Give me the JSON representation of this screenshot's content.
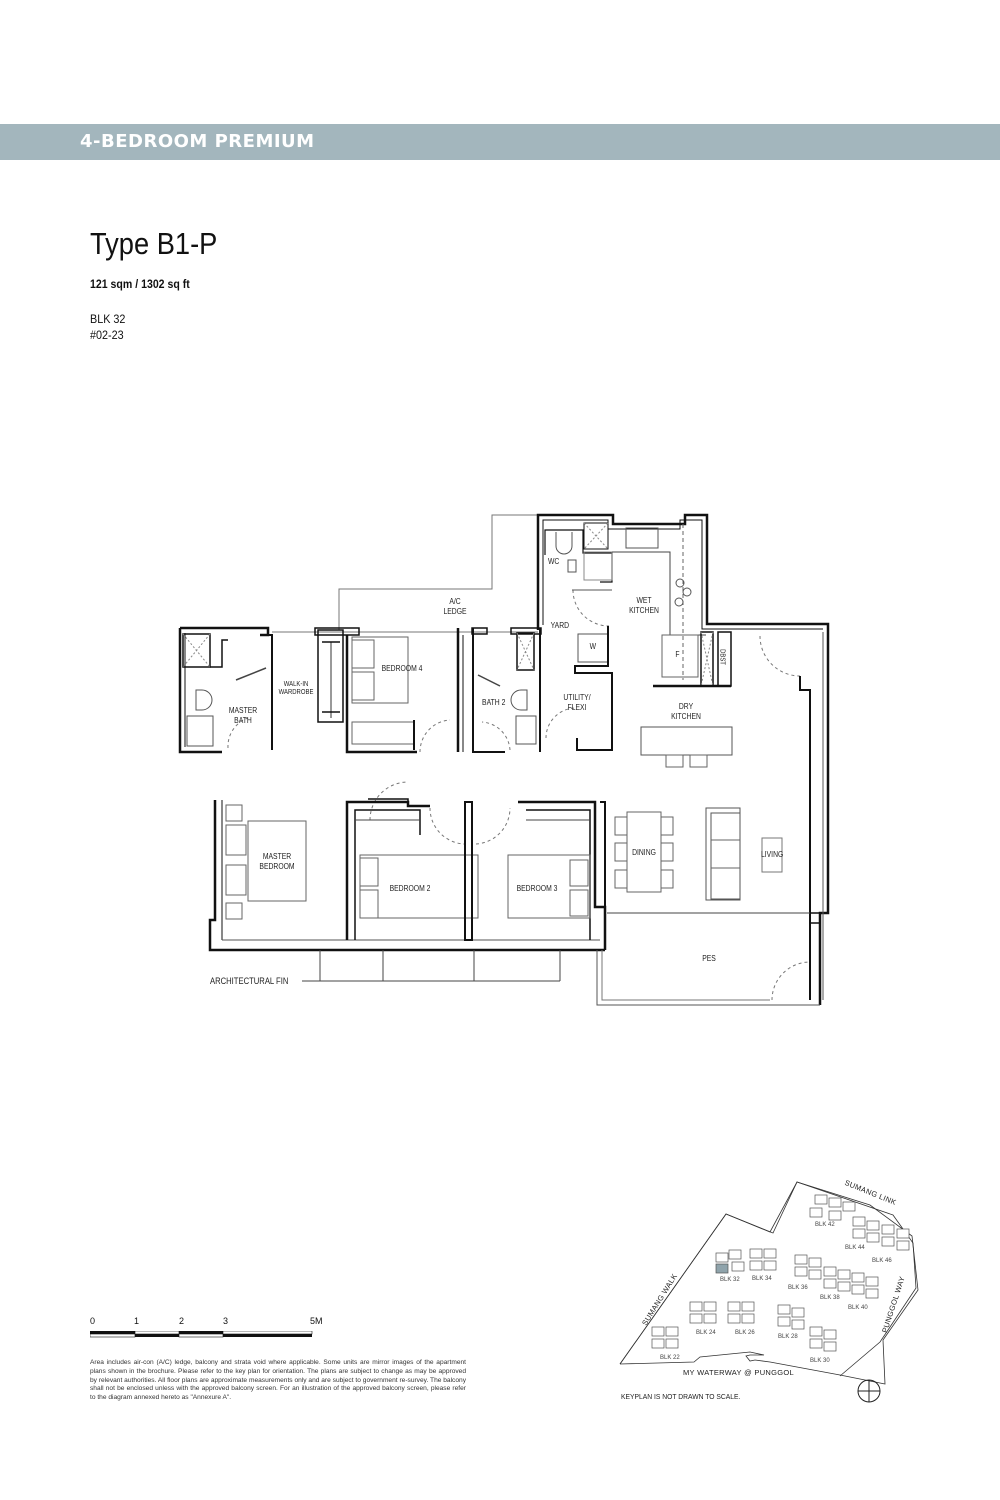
{
  "header": {
    "category": "4-BEDROOM PREMIUM",
    "banner_color": "#a3b6bd"
  },
  "unit": {
    "type": "Type B1-P",
    "area": "121 sqm / 1302 sq ft",
    "block": "BLK 32",
    "unit_no": "#02-23"
  },
  "floorplan": {
    "rooms": {
      "ac_ledge": "A/C\nLEDGE",
      "ac_ledge_1": "A/C",
      "ac_ledge_2": "LEDGE",
      "wc": "WC",
      "wet_kitchen_1": "WET",
      "wet_kitchen_2": "KITCHEN",
      "yard": "YARD",
      "washer": "W",
      "fridge": "F",
      "dbst": "DBST",
      "master_bath_1": "MASTER",
      "master_bath_2": "BATH",
      "walk_in_1": "WALK-IN",
      "walk_in_2": "WARDROBE",
      "bedroom_4": "BEDROOM 4",
      "bath_2": "BATH 2",
      "utility_1": "UTILITY/",
      "utility_2": "FLEXI",
      "dry_kitchen_1": "DRY",
      "dry_kitchen_2": "KITCHEN",
      "master_bedroom_1": "MASTER",
      "master_bedroom_2": "BEDROOM",
      "bedroom_2": "BEDROOM 2",
      "bedroom_3": "BEDROOM 3",
      "dining": "DINING",
      "living": "LIVING",
      "pes": "PES",
      "architectural_fin": "ARCHITECTURAL FIN"
    }
  },
  "scale_bar": {
    "ticks": [
      "0",
      "1",
      "2",
      "3",
      "5M"
    ]
  },
  "disclaimer": "Area includes air-con (A/C) ledge, balcony and strata void where applicable. Some units are mirror images of the apartment plans shown in the brochure. Please refer to the key plan for orientation. The plans are subject to change as may be approved by relevant authorities. All floor plans are approximate measurements only and are subject to government re-survey. The balcony shall not be enclosed unless with the approved balcony screen. For an illustration of the approved balcony screen, please refer to the diagram annexed hereto as \"Annexure A\".",
  "keyplan": {
    "note": "KEYPLAN IS NOT DRAWN TO SCALE.",
    "highlight_color": "#8fa3ab",
    "roads": {
      "sumang_link": "SUMANG LINK",
      "sumang_walk": "SUMANG WALK",
      "punggol_way": "PUNGGOL WAY",
      "waterway": "MY WATERWAY @ PUNGGOL"
    },
    "blocks": [
      "BLK 22",
      "BLK 24",
      "BLK 26",
      "BLK 28",
      "BLK 30",
      "BLK 32",
      "BLK 34",
      "BLK 36",
      "BLK 38",
      "BLK 40",
      "BLK 42",
      "BLK 44",
      "BLK 46"
    ]
  }
}
